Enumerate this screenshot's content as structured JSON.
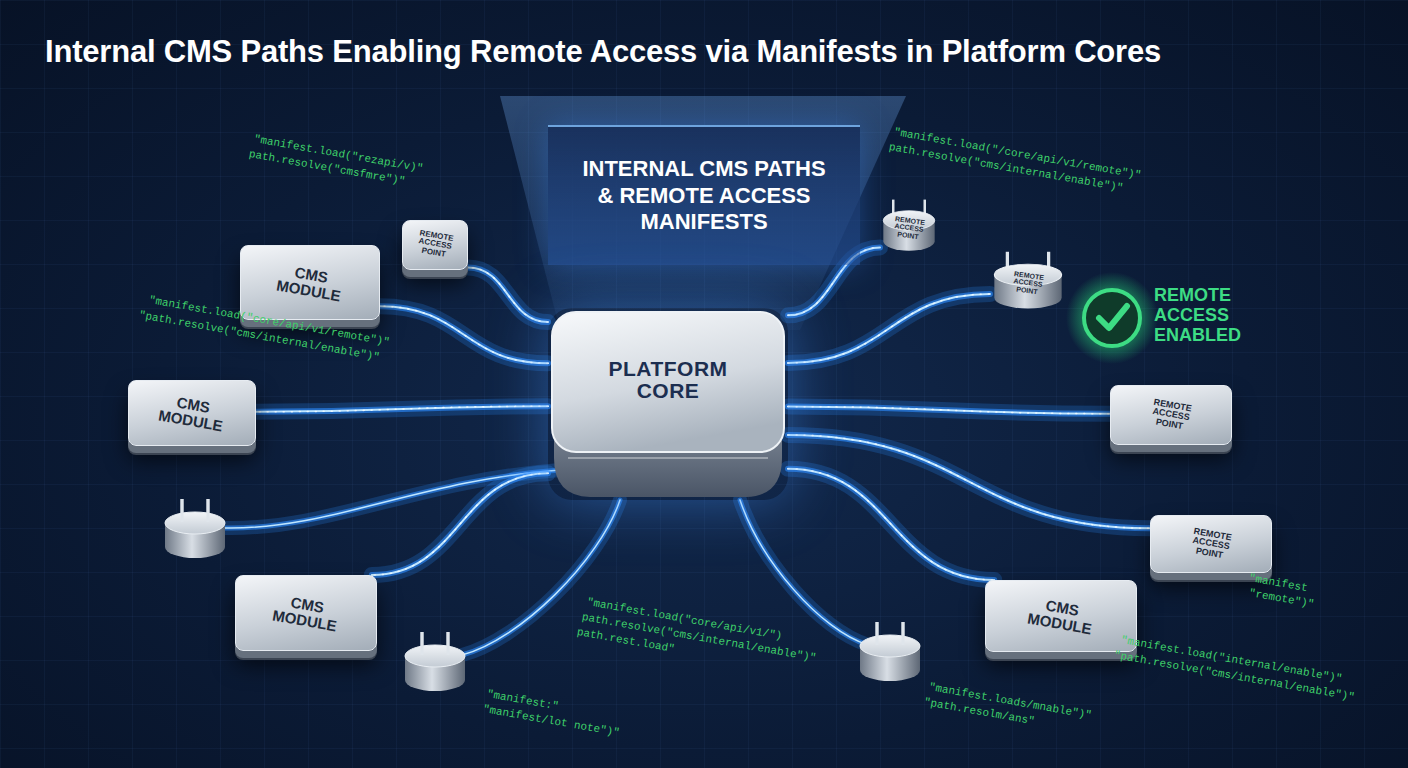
{
  "diagram": {
    "title": "Internal CMS Paths Enabling Remote Access via Manifests in Platform Cores",
    "nodes": [
      {
        "text": [
          "INTERNAL CMS PATHS & REMOTE ACCESS MANIFESTS"
        ]
      },
      {
        "text": [
          "REMOTE ACCESS POINT"
        ]
      },
      {
        "text": [
          "REMOTE ACCESS POINT"
        ]
      },
      {
        "text": [
          "CMS MODULE"
        ]
      },
      {
        "text": [
          "REMOTE ACCESS POINT"
        ]
      },
      {
        "text": [
          "PLATFORM CORE"
        ]
      },
      {
        "text": [
          "CMS MODULE"
        ]
      },
      {
        "text": [
          "REMOTE ACCESS POINT"
        ]
      },
      {
        "text": [
          "REMOTE ACCESS POINT"
        ]
      },
      {
        "text": [
          "CMS MODULE"
        ]
      },
      {
        "text": [
          "CMS MODULE"
        ]
      }
    ],
    "edges": [
      {
        "from": 5,
        "to": 1,
        "arrow": "none"
      },
      {
        "from": 5,
        "to": 2,
        "arrow": "none"
      },
      {
        "from": 5,
        "to": 3,
        "arrow": "none"
      },
      {
        "from": 5,
        "to": 4,
        "arrow": "none"
      },
      {
        "from": 5,
        "to": 6,
        "arrow": "none"
      },
      {
        "from": 5,
        "to": 7,
        "arrow": "none"
      },
      {
        "from": 5,
        "to": 8,
        "arrow": "none"
      },
      {
        "from": 5,
        "to": 9,
        "arrow": "none"
      },
      {
        "from": 5,
        "to": 10,
        "arrow": "none"
      }
    ],
    "labels": [
      "\"manifest.load(\"rezapi/v)\"",
      "path.resolve(\"cmsfmre\")\"",
      "\"manifest.load(\"/core/api/v1/remote\")\"",
      "path.resolve(\"cms/internal/enable\")\"",
      "\"manifest.load(\"core/api/v1/remote\")\"",
      "\"path.resolve(\"cms/internal/enable\")\"",
      "REMOTE ACCESS ENABLED",
      "\"manifest.load(\"core/api/v1/\")",
      "path.resolve(\"cms/internal/enable\")\"",
      "path.rest.load\"",
      "\"manifest",
      "\"remote\")\"",
      "\"manifest:\"",
      "\"manifest/lot note\")\"",
      "\"manifest.loads/mnable\")\"",
      "\"path.resolm/ans\"",
      "\"manifest.load(\"internal/enable\")\"",
      "\"path.resolve(\"cms/internal/enable\")\""
    ]
  }
}
